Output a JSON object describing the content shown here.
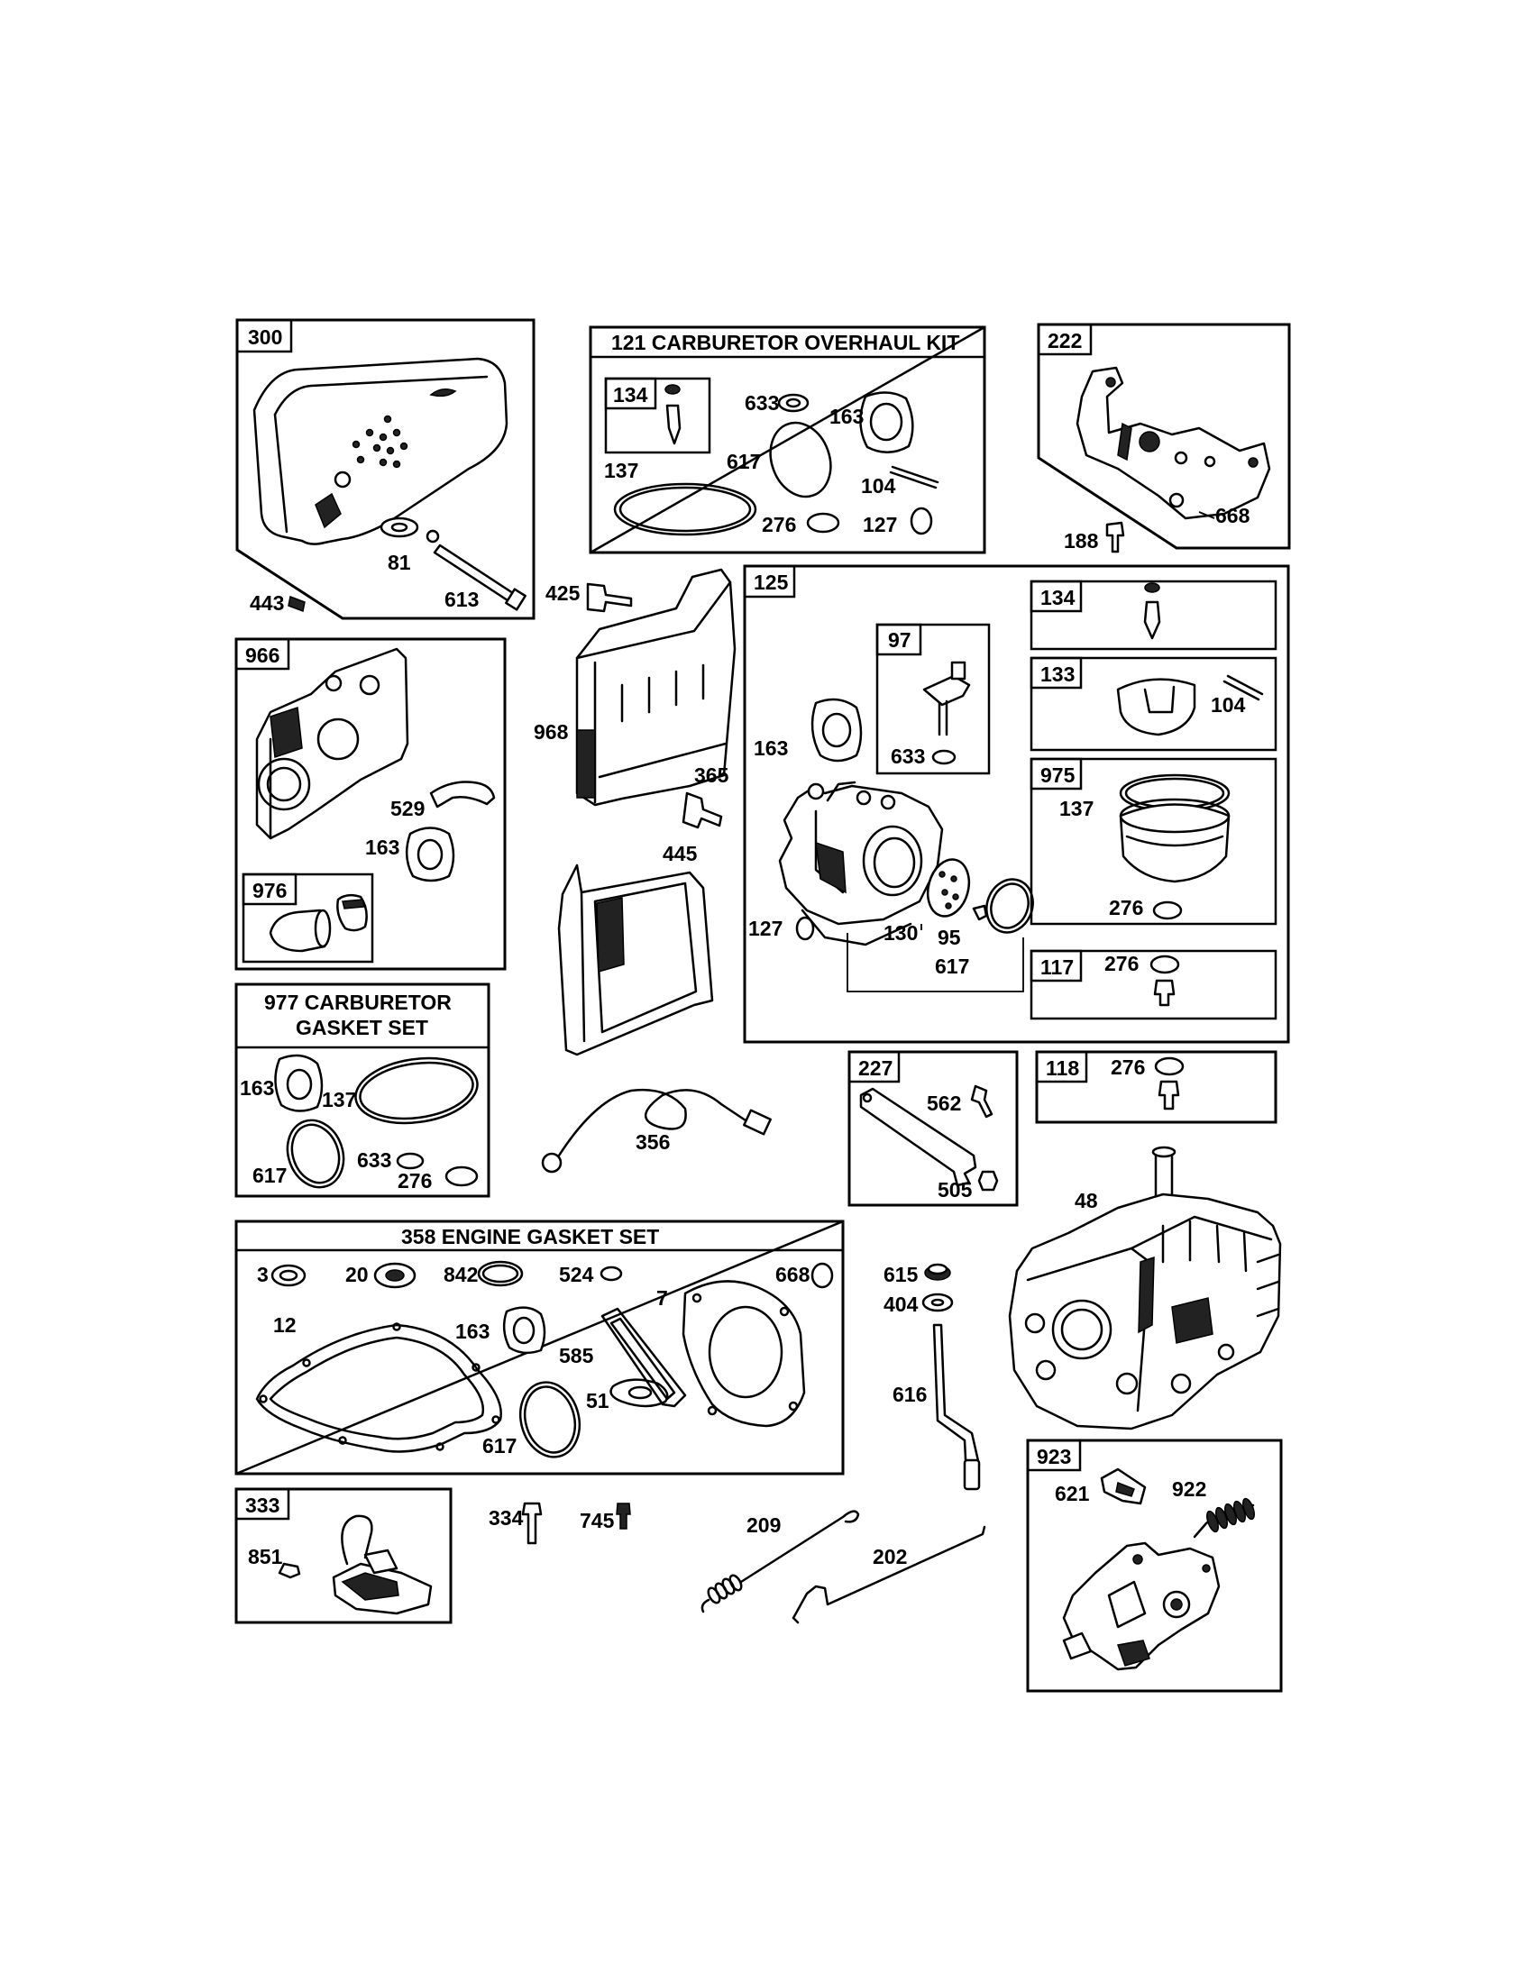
{
  "boxes": {
    "b300": "300",
    "b121": "121 CARBURETOR OVERHAUL KIT",
    "b222": "222",
    "b134a": "134",
    "b125": "125",
    "b97": "97",
    "b134b": "134",
    "b133": "133",
    "b975": "975",
    "b117": "117",
    "b966": "966",
    "b976": "976",
    "b977l1": "977 CARBURETOR",
    "b977l2": "GASKET SET",
    "b227": "227",
    "b118": "118",
    "b358": "358 ENGINE GASKET SET",
    "b333": "333",
    "b923": "923"
  },
  "labels": {
    "l81": "81",
    "l613": "613",
    "l443": "443",
    "l633a": "633",
    "l163a": "163",
    "l137a": "137",
    "l617a": "617",
    "l104a": "104",
    "l276a": "276",
    "l127a": "127",
    "l668a": "668",
    "l188": "188",
    "l425": "425",
    "l968": "968",
    "l365": "365",
    "l445": "445",
    "l163b": "163",
    "l633b": "633",
    "l127b": "127",
    "l130": "130",
    "l95": "95",
    "l617b": "617",
    "l104b": "104",
    "l137b": "137",
    "l276b": "276",
    "l276c": "276",
    "l529": "529",
    "l163c": "163",
    "l163d": "163",
    "l137c": "137",
    "l617c": "617",
    "l633c": "633",
    "l276d": "276",
    "l356": "356",
    "l562": "562",
    "l505": "505",
    "l276e": "276",
    "l48": "48",
    "l3": "3",
    "l20": "20",
    "l842": "842",
    "l524": "524",
    "l7": "7",
    "l668b": "668",
    "l12": "12",
    "l163e": "163",
    "l585": "585",
    "l51": "51",
    "l617d": "617",
    "l615": "615",
    "l404": "404",
    "l616": "616",
    "l851": "851",
    "l334": "334",
    "l745": "745",
    "l209": "209",
    "l202": "202",
    "l621": "621",
    "l922": "922"
  }
}
